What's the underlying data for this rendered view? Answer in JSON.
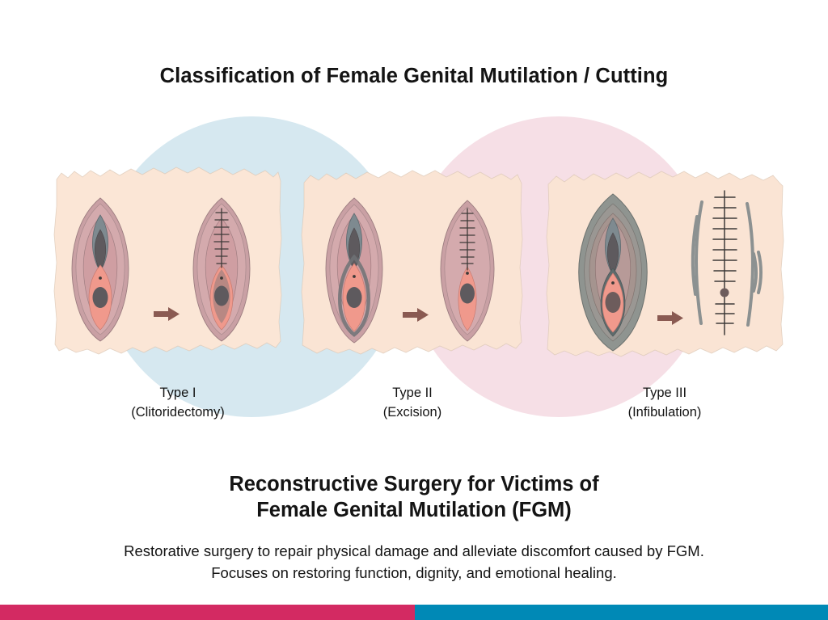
{
  "main_title": "Classification of Female Genital Mutilation / Cutting",
  "subtitle": {
    "line1": "Reconstructive Surgery for Victims of",
    "line2": "Female Genital Mutilation (FGM)"
  },
  "description": {
    "line1": "Restorative surgery to repair physical damage and alleviate discomfort caused by FGM.",
    "line2": "Focuses on restoring function, dignity, and emotional healing."
  },
  "panels": [
    {
      "id": "type1",
      "caption_title": "Type I",
      "caption_sub": "(Clitoridectomy)",
      "before_label": "intact vulva anatomy",
      "after_label": "sutured after clitoral removal",
      "suture_stitches": 8
    },
    {
      "id": "type2",
      "caption_title": "Type II",
      "caption_sub": "(Excision)",
      "before_label": "vulva with labia minora marked for excision",
      "after_label": "sutured after clitoris and labia minora removal",
      "suture_stitches": 9
    },
    {
      "id": "type3",
      "caption_title": "Type III",
      "caption_sub": "(Infibulation)",
      "before_label": "vulva with full external tissue marked",
      "after_label": "narrowed vaginal opening sealed with sutures",
      "suture_stitches": 13
    }
  ],
  "background_circles": [
    {
      "name": "blue-circle",
      "color": "#d6e8f0"
    },
    {
      "name": "pink-circle",
      "color": "#f6dfe6"
    }
  ],
  "accent_bar": {
    "left_color": "#d32a62",
    "right_color": "#0089b6"
  },
  "palette": {
    "skin_patch": "#fae4d4",
    "outer_labia": "#c9a0a4",
    "inner_labia": "#d8b2b4",
    "vestibule": "#f0998c",
    "opening": "#5e5a5e",
    "excision_marking": "#6e7276",
    "arrow": "#8a5a52",
    "suture": "#3d3a38",
    "text": "#141414"
  }
}
